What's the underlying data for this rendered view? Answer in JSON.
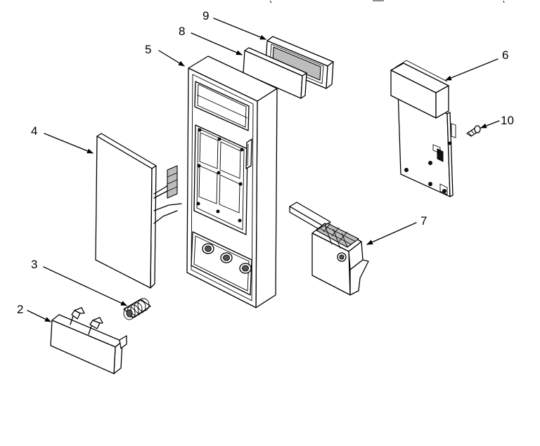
{
  "callouts": {
    "n2": "2",
    "n3": "3",
    "n4": "4",
    "n5": "5",
    "n6": "6",
    "n7": "7",
    "n8": "8",
    "n9": "9",
    "n10": "10"
  }
}
